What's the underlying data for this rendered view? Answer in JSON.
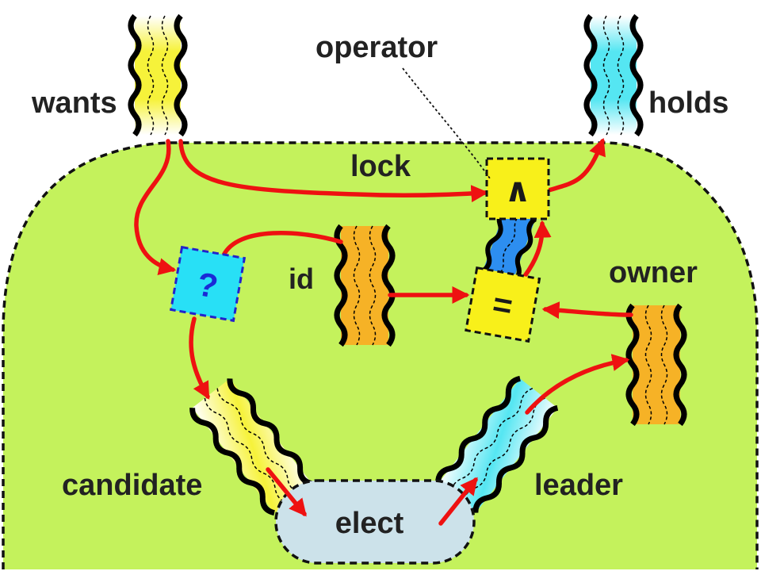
{
  "colors": {
    "background": "#ffffff",
    "region_fill": "#c4f25c",
    "region_border": "#111111",
    "arrow": "#ee1111",
    "stream_yellow": "#f6f23a",
    "stream_cyan": "#55e6f2",
    "stream_orange": "#f6b226",
    "stream_blue": "#2d8ef0",
    "operator_fill": "#f8f01a",
    "query_fill": "#28e0f6",
    "query_border": "#2222cc",
    "elect_fill": "#cce2ea"
  },
  "labels": {
    "wants": "wants",
    "holds": "holds",
    "operator": "operator",
    "lock": "lock",
    "id": "id",
    "owner": "owner",
    "candidate": "candidate",
    "leader": "leader"
  },
  "nodes": {
    "and_symbol": "∧",
    "equals_symbol": "=",
    "query_symbol": "?",
    "elect_label": "elect"
  }
}
